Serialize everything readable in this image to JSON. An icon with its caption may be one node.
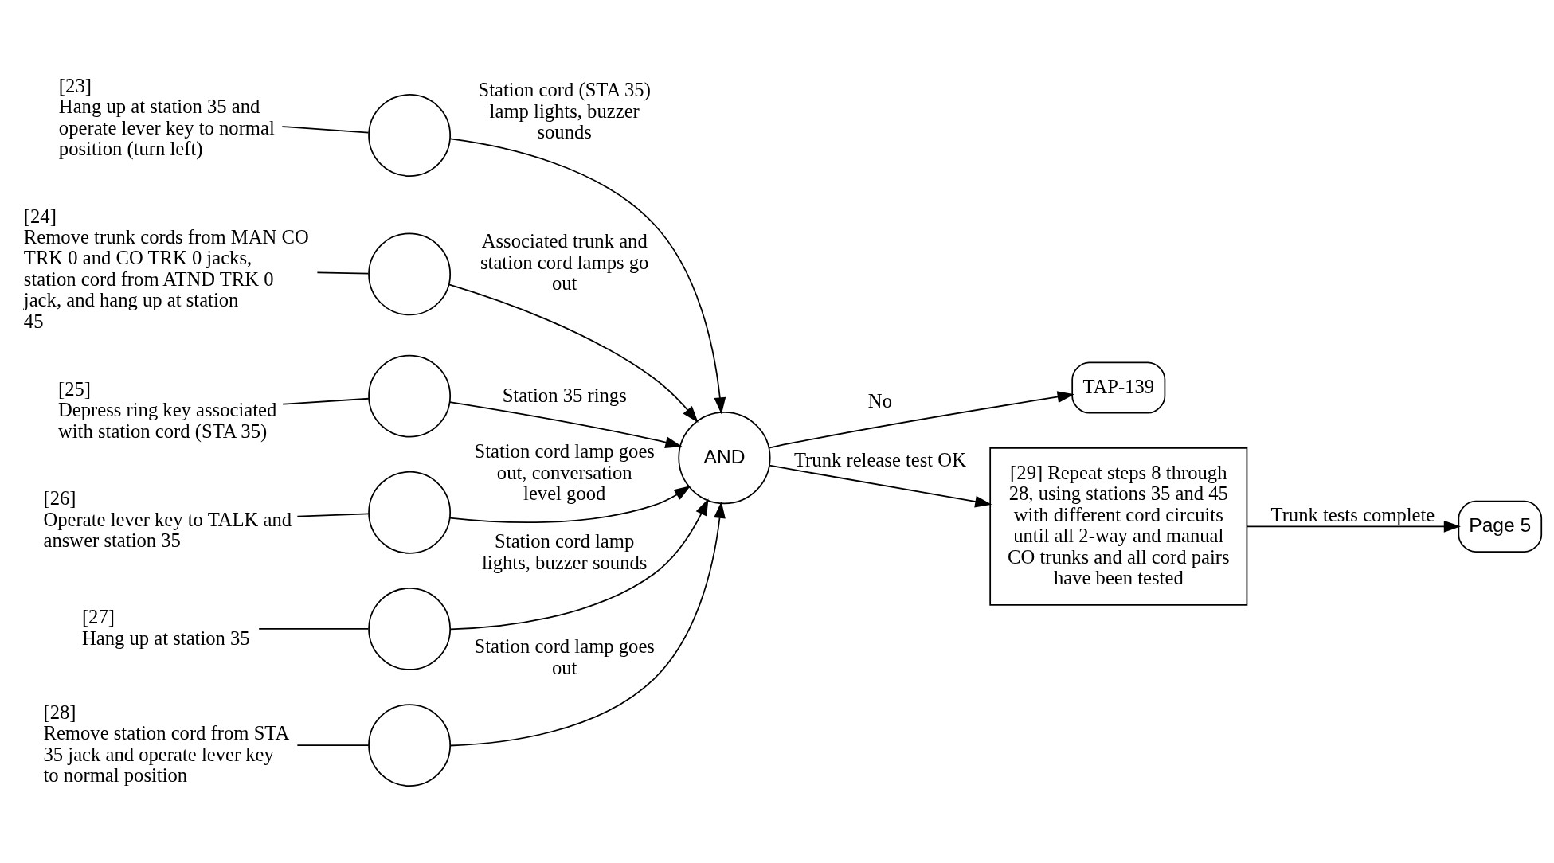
{
  "diagram": {
    "nodes": [
      {
        "text": [
          "[23]",
          "Hang up at station 35 and operate lever key to normal position (turn left)"
        ]
      },
      {
        "text": [],
        "shape": "circle"
      },
      {
        "text": [
          "[24]",
          "Remove trunk cords from MAN CO TRK 0 and CO TRK 0 jacks, station cord from ATND TRK 0 jack, and hang up at station 45"
        ]
      },
      {
        "text": [],
        "shape": "circle"
      },
      {
        "text": [
          "[25]",
          "Depress ring key associated with station cord (STA 35)"
        ]
      },
      {
        "text": [],
        "shape": "circle"
      },
      {
        "text": [
          "[26]",
          "Operate lever key to TALK and answer station 35"
        ]
      },
      {
        "text": [],
        "shape": "circle"
      },
      {
        "text": [
          "[27]",
          "Hang up at station 35"
        ]
      },
      {
        "text": [],
        "shape": "circle"
      },
      {
        "text": [
          "[28]",
          "Remove station cord from STA 35 jack and operate lever key to normal position"
        ]
      },
      {
        "text": [],
        "shape": "circle"
      },
      {
        "text": [
          "AND"
        ]
      },
      {
        "text": [
          "TAP-139"
        ]
      },
      {
        "text": [
          "[29] Repeat steps 8 through 28, using stations 35 and 45 with different cord circuits until all 2-way and manual CO trunks and all cord pairs have been tested"
        ]
      },
      {
        "text": [
          "Page 5"
        ]
      }
    ],
    "edges": [
      {
        "from": 0,
        "to": 1,
        "arrow": "none"
      },
      {
        "from": 1,
        "to": 12,
        "arrow": "to",
        "label": "Station cord (STA 35) lamp lights, buzzer sounds"
      },
      {
        "from": 2,
        "to": 3,
        "arrow": "none"
      },
      {
        "from": 3,
        "to": 12,
        "arrow": "to",
        "label": "Associated trunk and station cord lamps go out"
      },
      {
        "from": 4,
        "to": 5,
        "arrow": "none"
      },
      {
        "from": 5,
        "to": 12,
        "arrow": "to",
        "label": "Station 35 rings"
      },
      {
        "from": 6,
        "to": 7,
        "arrow": "none"
      },
      {
        "from": 7,
        "to": 12,
        "arrow": "to",
        "label": "Station cord lamp goes out, conversation level good"
      },
      {
        "from": 8,
        "to": 9,
        "arrow": "none"
      },
      {
        "from": 9,
        "to": 12,
        "arrow": "to",
        "label": "Station cord lamp lights, buzzer sounds"
      },
      {
        "from": 10,
        "to": 11,
        "arrow": "none"
      },
      {
        "from": 11,
        "to": 12,
        "arrow": "to",
        "label": "Station cord lamp goes out"
      },
      {
        "from": 12,
        "to": 14,
        "arrow": "to",
        "label": "Trunk release test OK"
      },
      {
        "from": 12,
        "to": 13,
        "arrow": "to",
        "label": "No"
      },
      {
        "from": 14,
        "to": 15,
        "arrow": "to",
        "label": "Trunk tests complete"
      }
    ]
  }
}
